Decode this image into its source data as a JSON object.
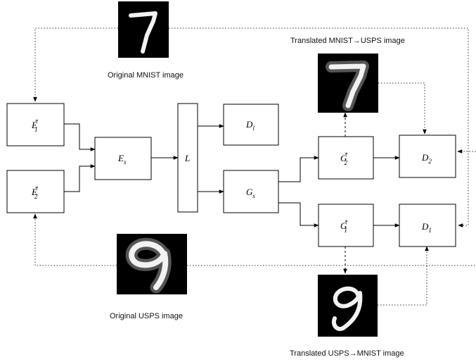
{
  "colors": {
    "line": "#000000",
    "dotted_line": "#333333",
    "image_background": "#000000",
    "digit": "#f2f2f2"
  },
  "captions": {
    "original_mnist": "Original MNIST image",
    "original_usps": "Original USPS image",
    "translated_mnist_usps": "Translated MNIST→USPS image",
    "translated_usps_mnist": "Translated USPS→MNIST image"
  },
  "boxes": {
    "e1": {
      "base": "E",
      "sub": "1",
      "sup": "*"
    },
    "e2": {
      "base": "E",
      "sub": "2",
      "sup": "*"
    },
    "es": {
      "base": "E",
      "sub": "s"
    },
    "l": {
      "base": "L"
    },
    "dl": {
      "base": "D",
      "sub": "l"
    },
    "gs": {
      "base": "G",
      "sub": "s"
    },
    "g2": {
      "base": "G",
      "sub": "2",
      "sup": "*"
    },
    "g1": {
      "base": "G",
      "sub": "1",
      "sup": "*"
    },
    "d2": {
      "base": "D",
      "sub": "2"
    },
    "d1": {
      "base": "D",
      "sub": "1"
    }
  },
  "images": {
    "original_mnist": {
      "digit": "7",
      "style": "sharp"
    },
    "translated_mnist_usps": {
      "digit": "7",
      "style": "blurred"
    },
    "original_usps": {
      "digit": "9",
      "style": "blurred"
    },
    "translated_usps_mnist": {
      "digit": "9",
      "style": "sharp"
    }
  }
}
